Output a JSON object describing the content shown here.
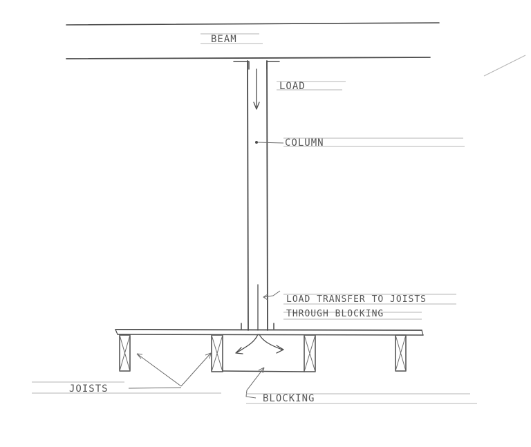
{
  "labels": {
    "beam": "BEAM",
    "load": "LOAD",
    "column": "COLUMN",
    "transfer_line1": "LOAD TRANSFER TO JOISTS",
    "transfer_line2": "THROUGH BLOCKING",
    "joists": "JOISTS",
    "blocking": "BLOCKING"
  },
  "colors": {
    "ink": "#4a4a4a",
    "guideline": "#b5b5b5",
    "paper": "#ffffff"
  }
}
